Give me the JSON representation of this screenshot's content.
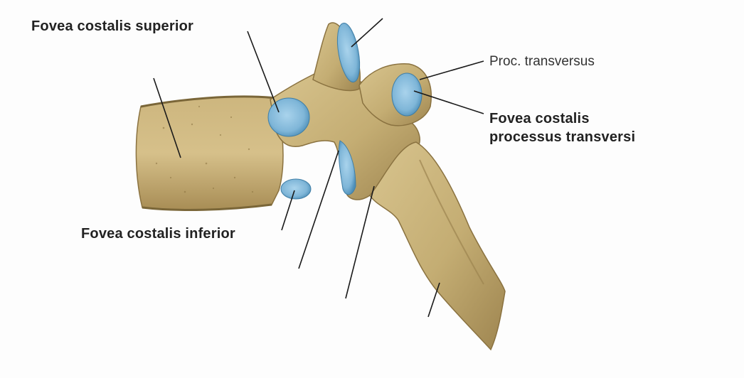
{
  "labels": {
    "fovea_costalis_superior": "Fovea costalis superior",
    "proc_transversus": "Proc. transversus",
    "fovea_costalis_processus_transversi_line1": "Fovea costalis",
    "fovea_costalis_processus_transversi_line2": "processus transversi",
    "fovea_costalis_inferior": "Fovea costalis inferior"
  },
  "colors": {
    "bone": "#c9b37c",
    "bone_shadow": "#9c8550",
    "bone_dark": "#7a6638",
    "cartilage_facet": "#7fb6d8",
    "facet_dark": "#4e8fb8",
    "leader_line": "#1a1a1a",
    "label_text": "#222222"
  }
}
